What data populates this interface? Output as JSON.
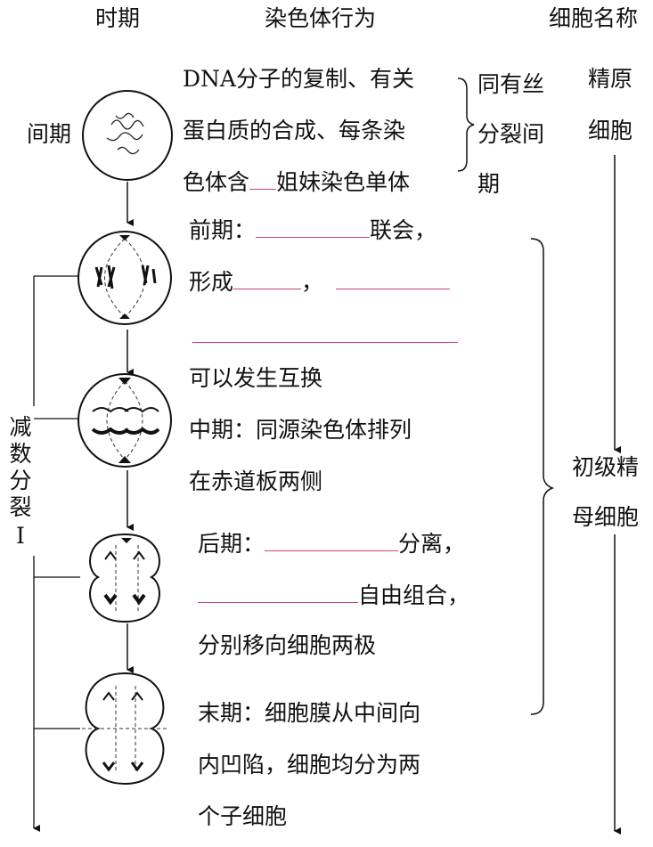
{
  "headers": {
    "phase": "时期",
    "behavior": "染色体行为",
    "cell_name": "细胞名称"
  },
  "interphase": {
    "label": "间期",
    "line1": "DNA分子的复制、有关",
    "line2": "蛋白质的合成、每条染",
    "line3_pre": "色体含",
    "line3_post": "姐妹染色单体",
    "note1": "同有丝",
    "note2": "分裂间",
    "note3": "期"
  },
  "cell_names": {
    "spermatogonium_1": "精原",
    "spermatogonium_2": "细胞",
    "primary_1": "初级精",
    "primary_2": "母细胞"
  },
  "meiosis_label": [
    "减",
    "数",
    "分",
    "裂",
    "Ⅰ"
  ],
  "prophase": {
    "line1_pre": "前期：",
    "line1_post": "联会，",
    "line2_pre": "形成",
    "line2_mid": "，",
    "line4": "可以发生互换"
  },
  "metaphase": {
    "line1": "中期：同源染色体排列",
    "line2": "在赤道板两侧"
  },
  "anaphase": {
    "line1_pre": "后期：",
    "line1_post": "分离，",
    "line2_post": "自由组合，",
    "line3": "分别移向细胞两极"
  },
  "telophase": {
    "line1": "末期：细胞膜从中间向",
    "line2": "内凹陷，细胞均分为两",
    "line3": "个子细胞"
  }
}
